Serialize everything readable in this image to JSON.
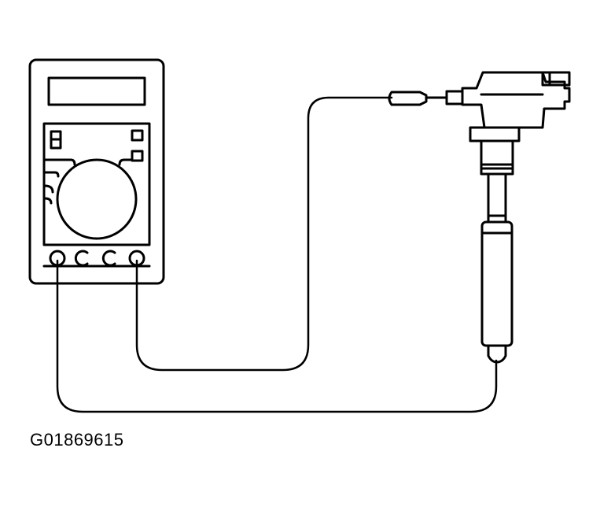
{
  "figure": {
    "code": "G01869615"
  },
  "colors": {
    "line": "#000000",
    "background": "#ffffff"
  },
  "components": {
    "meter": "multimeter-icon",
    "coil": "ignition-coil-icon",
    "lead_black": "test-lead-wire",
    "lead_red": "test-lead-wire"
  }
}
